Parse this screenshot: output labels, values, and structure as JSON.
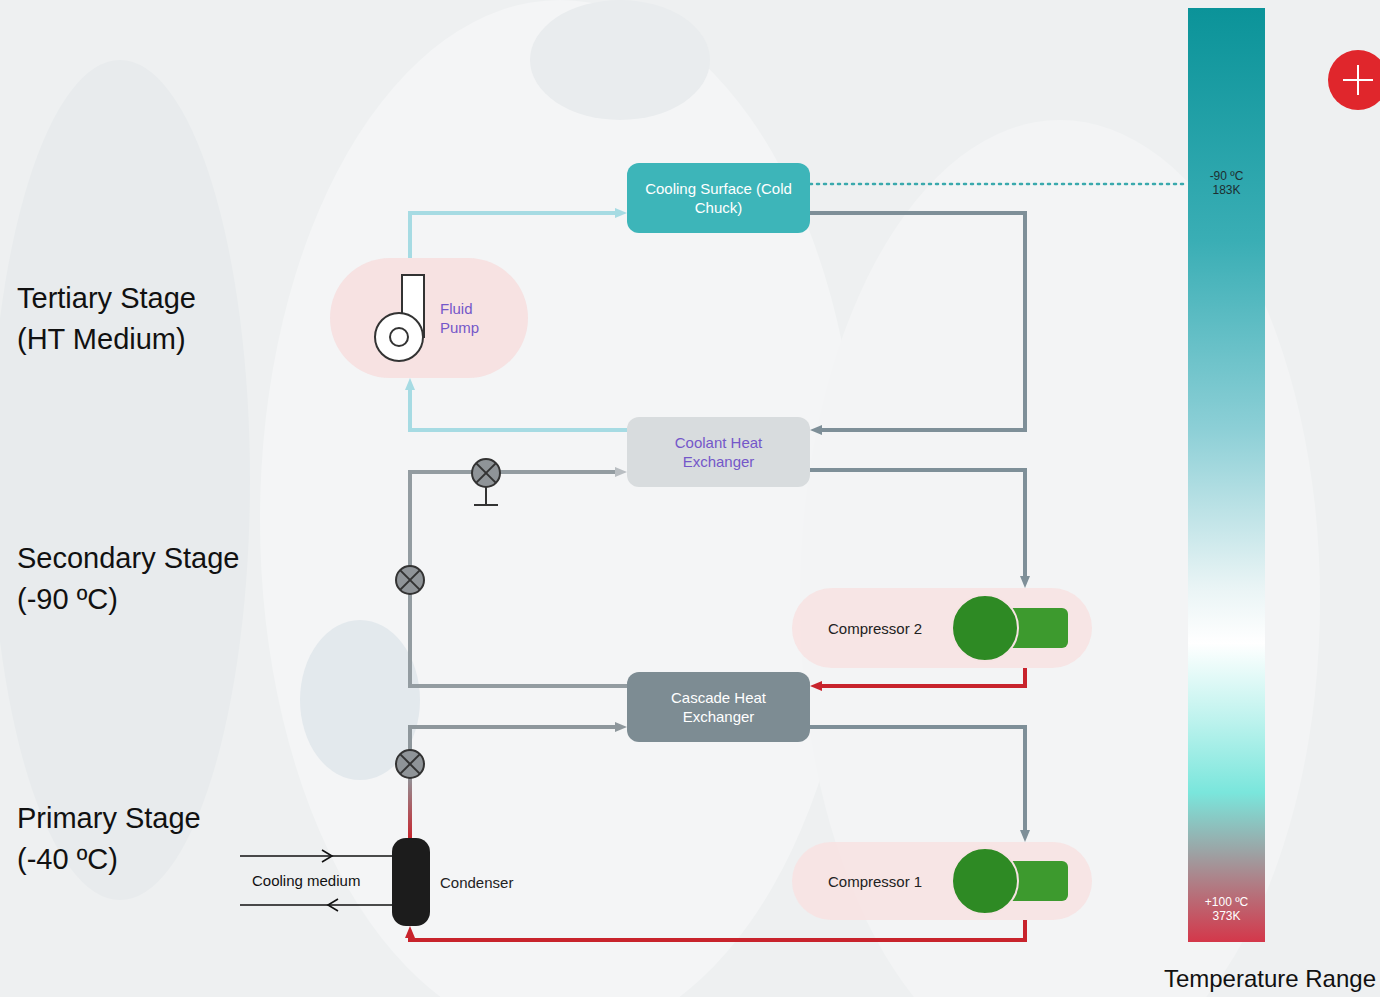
{
  "diagram": {
    "nodes": [
      {
        "text": [
          "Cooling Surface (Cold Chuck)"
        ]
      },
      {
        "text": [
          "Fluid Pump"
        ]
      },
      {
        "text": [
          "Coolant Heat Exchanger"
        ]
      },
      {
        "text": [
          "Compressor 2"
        ]
      },
      {
        "text": [
          "Cascade Heat Exchanger"
        ]
      },
      {
        "text": [
          "Condenser"
        ]
      },
      {
        "text": [
          "Compressor 1"
        ]
      },
      {
        "text": [
          "-90 ºC 183K",
          "+100 ºC 373K",
          "Temperature Range"
        ]
      }
    ],
    "edges": [
      {
        "from": 1,
        "to": 0,
        "arrow": "to"
      },
      {
        "from": 0,
        "to": 2,
        "arrow": "to"
      },
      {
        "from": 2,
        "to": 1,
        "arrow": "to"
      },
      {
        "from": 3,
        "to": 4,
        "arrow": "to"
      },
      {
        "from": 4,
        "to": 2,
        "arrow": "to"
      },
      {
        "from": 2,
        "to": 3,
        "arrow": "to"
      },
      {
        "from": 6,
        "to": 5,
        "arrow": "to"
      },
      {
        "from": 5,
        "to": 4,
        "arrow": "to"
      },
      {
        "from": 4,
        "to": 6,
        "arrow": "to"
      },
      {
        "from": 0,
        "to": 7,
        "arrow": "none"
      }
    ],
    "labels": [
      "Tertiary Stage (HT Medium)",
      "Secondary Stage (-90 ºC)",
      "Primary Stage (-40 ºC)",
      "Cooling medium"
    ]
  }
}
